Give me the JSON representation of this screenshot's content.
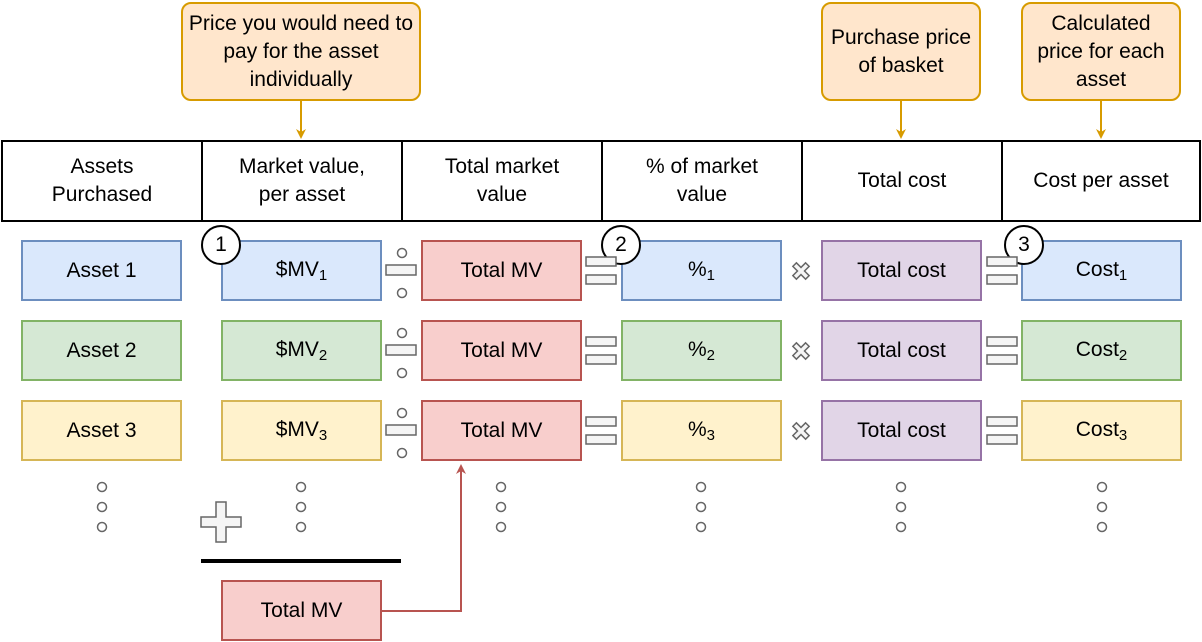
{
  "callouts": {
    "market_value": "Price you would need to pay for the asset individually",
    "purchase_price": "Purchase price of basket",
    "calculated_price": "Calculated price for each asset"
  },
  "headers": [
    "Assets Purchased",
    "Market value, per asset",
    "Total market value",
    "% of market value",
    "Total cost",
    "Cost per asset"
  ],
  "step_numbers": [
    "1",
    "2",
    "3"
  ],
  "rows": [
    {
      "asset": "Asset 1",
      "mv_prefix": "$MV",
      "mv_sub": "1",
      "total_mv": "Total MV",
      "pct_prefix": "%",
      "pct_sub": "1",
      "total_cost": "Total cost",
      "cost_prefix": "Cost",
      "cost_sub": "1"
    },
    {
      "asset": "Asset 2",
      "mv_prefix": "$MV",
      "mv_sub": "2",
      "total_mv": "Total MV",
      "pct_prefix": "%",
      "pct_sub": "2",
      "total_cost": "Total cost",
      "cost_prefix": "Cost",
      "cost_sub": "2"
    },
    {
      "asset": "Asset 3",
      "mv_prefix": "$MV",
      "mv_sub": "3",
      "total_mv": "Total MV",
      "pct_prefix": "%",
      "pct_sub": "3",
      "total_cost": "Total cost",
      "cost_prefix": "Cost",
      "cost_sub": "3"
    }
  ],
  "sum_total": "Total MV",
  "colors": {
    "callout_fill": "#ffe6cc",
    "callout_border": "#d79b00",
    "asset1": "#dae8fc",
    "asset2": "#d5e8d4",
    "asset3": "#fff2cc",
    "total_mv": "#f8cecc",
    "total_cost": "#e1d5e7",
    "arrow": "#b85450"
  },
  "icons": [
    "divide-icon",
    "equals-icon",
    "multiply-icon",
    "plus-icon",
    "vertical-ellipsis-icon"
  ]
}
